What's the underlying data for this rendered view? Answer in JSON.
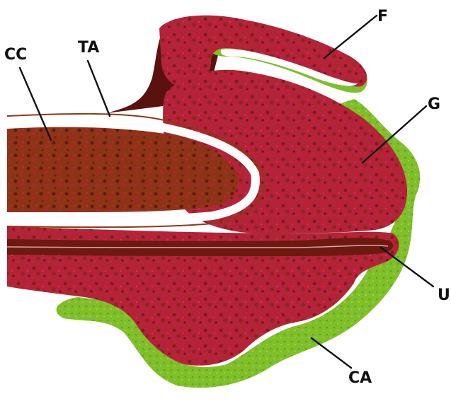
{
  "figure": {
    "labels": {
      "cc": "CC",
      "ta": "TA",
      "f": "F",
      "g": "G",
      "u": "U",
      "ca": "CA"
    },
    "colors": {
      "background": "#ffffff",
      "epithelium_green": "#7fbf2a",
      "tissue_red": "#c8183f",
      "tissue_brown": "#8a3a14",
      "dark_maroon": "#5a120e",
      "lumen_white": "#ffffff",
      "label_ink": "#111111"
    }
  }
}
